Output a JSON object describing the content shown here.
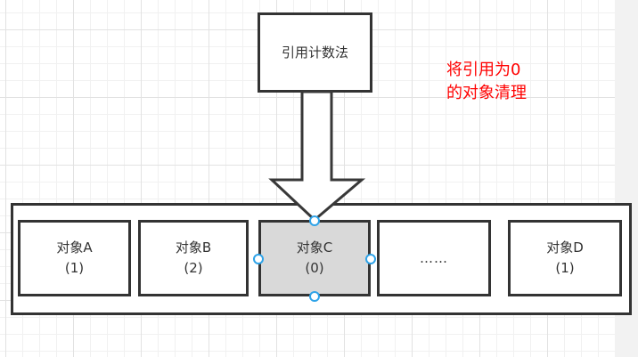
{
  "diagram": {
    "top_box": {
      "label": "引用计数法"
    },
    "annotation": {
      "lines": [
        "将引用为0",
        "的对象清理"
      ],
      "color": "#ff0000"
    },
    "memory": {
      "objects": [
        {
          "lines": [
            "对象A",
            "(1)"
          ],
          "selected": false
        },
        {
          "lines": [
            "对象B",
            "(2)"
          ],
          "selected": false
        },
        {
          "lines": [
            "对象C",
            "(0)"
          ],
          "selected": true
        },
        {
          "lines": [
            "……"
          ],
          "selected": false
        },
        {
          "lines": [
            "对象D",
            "(1)"
          ],
          "selected": false
        }
      ]
    },
    "colors": {
      "shape_border": "#333333",
      "selected_fill": "#d9d9d9",
      "connection_point_blue": "#2fa3e8",
      "annotation_red": "#ff0000",
      "off_canvas": "#f2f2f2"
    }
  }
}
